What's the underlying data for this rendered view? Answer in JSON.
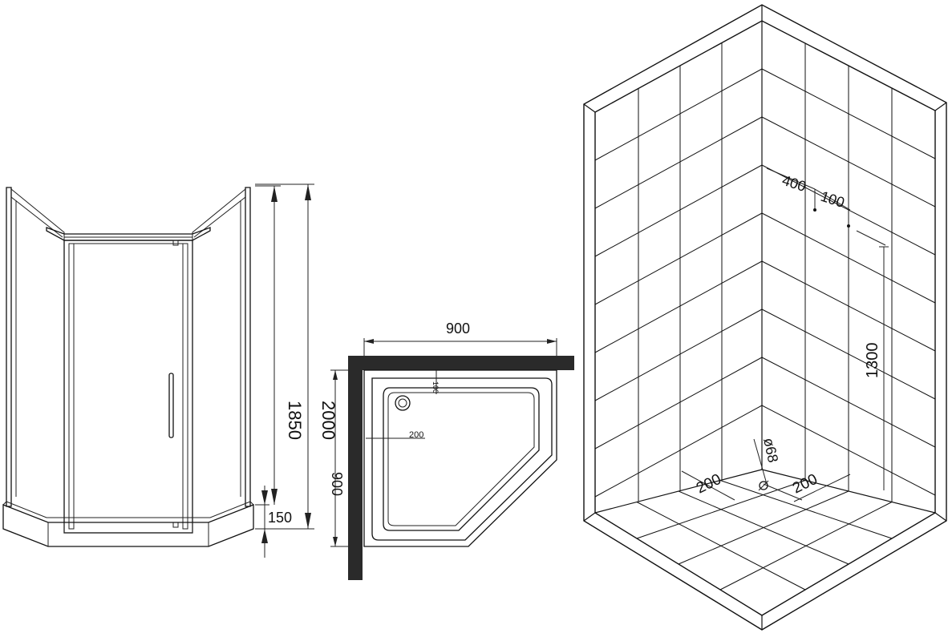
{
  "cabin": {
    "height_total": "2000",
    "height_door": "1850",
    "tray_height": "150"
  },
  "tray": {
    "width": "900",
    "depth": "900",
    "drain_offset": "200",
    "drain_offset_small": "100"
  },
  "room": {
    "wall_400": "400",
    "wall_100": "100",
    "mixer_height": "1300",
    "drain_diameter": "ø68",
    "floor_200_left": "200",
    "floor_200_right": "200"
  }
}
